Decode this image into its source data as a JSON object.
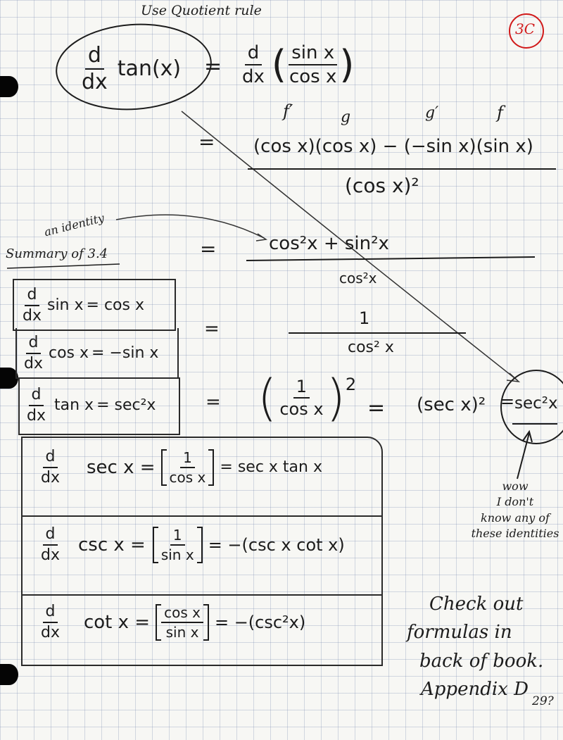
{
  "header": {
    "note": "Use Quotient rule",
    "page_mark": "3C"
  },
  "derivation": {
    "line1_lhs_fn": "tan(x)",
    "line1_eq": "=",
    "line1_num": "sin x",
    "line1_den": "cos x",
    "fprime": "f′",
    "g": "g",
    "gprime": "g′",
    "f": "f",
    "eq": "=",
    "line2_num": "(cos x)(cos x) − (−sin x)(sin x)",
    "line2_den": "(cos x)²",
    "line3_num": "cos²x + sin²x",
    "line3_den": "cos²x",
    "line4_num": "1",
    "line4_den": "cos² x",
    "line5_num": "1",
    "line5_den": "cos x",
    "line5_power": "2",
    "line5_mid": "=",
    "line5_sec": "(sec x)²",
    "line5_eq2": "=",
    "line5_result": "sec²x"
  },
  "annotations": {
    "identity": "an identity",
    "summary": "Summary of 3.4",
    "wow_lines": [
      "wow",
      "I don't",
      "know any of",
      "these identities"
    ],
    "check_lines": [
      "Check out",
      "formulas in",
      "back of book.",
      "Appendix D"
    ],
    "page_num": "29?"
  },
  "d": "d",
  "dx": "dx",
  "summary_box": [
    {
      "fn": "sin x",
      "result": "= cos x"
    },
    {
      "fn": "cos x",
      "result": "= −sin x"
    },
    {
      "fn": "tan x",
      "result": "= sec²x"
    }
  ],
  "big_box": [
    {
      "fn": "sec x =",
      "num": "1",
      "den": "cos x",
      "result": "= sec x tan x"
    },
    {
      "fn": "csc x =",
      "num": "1",
      "den": "sin x",
      "result": "= −(csc x cot x)"
    },
    {
      "fn": "cot x =",
      "num": "cos x",
      "den": "sin x",
      "result": "= −(csc²x)"
    }
  ]
}
